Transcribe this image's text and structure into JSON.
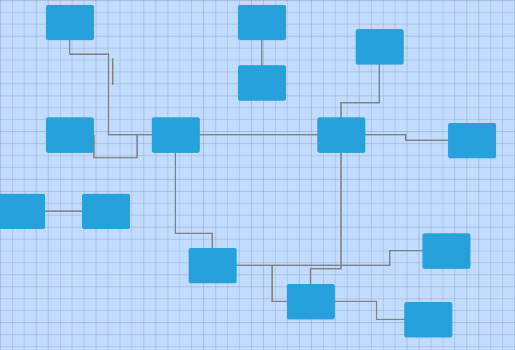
{
  "diagram": {
    "background_color": "#c1dcfe",
    "node_fill": "#26a1dc",
    "connector_color": "#808080",
    "nodes": [
      {
        "id": "n1"
      },
      {
        "id": "n2"
      },
      {
        "id": "n3"
      },
      {
        "id": "n4"
      },
      {
        "id": "n5"
      },
      {
        "id": "n6"
      },
      {
        "id": "n7"
      },
      {
        "id": "n8"
      },
      {
        "id": "n9"
      },
      {
        "id": "n10"
      },
      {
        "id": "n11"
      },
      {
        "id": "n12"
      },
      {
        "id": "n13"
      },
      {
        "id": "n14"
      }
    ],
    "edges": [
      {
        "from": "n1",
        "to": "n6"
      },
      {
        "from": "n2",
        "to": "n3"
      },
      {
        "from": "n4",
        "to": "n7"
      },
      {
        "from": "n5",
        "to": "n6"
      },
      {
        "from": "n6",
        "to": "n7"
      },
      {
        "from": "n7",
        "to": "n8"
      },
      {
        "from": "n9",
        "to": "n10"
      },
      {
        "from": "n6",
        "to": "n11"
      },
      {
        "from": "n11",
        "to": "n12"
      },
      {
        "from": "n11",
        "to": "n13"
      },
      {
        "from": "n7",
        "to": "n13"
      },
      {
        "from": "n13",
        "to": "n14"
      }
    ]
  }
}
